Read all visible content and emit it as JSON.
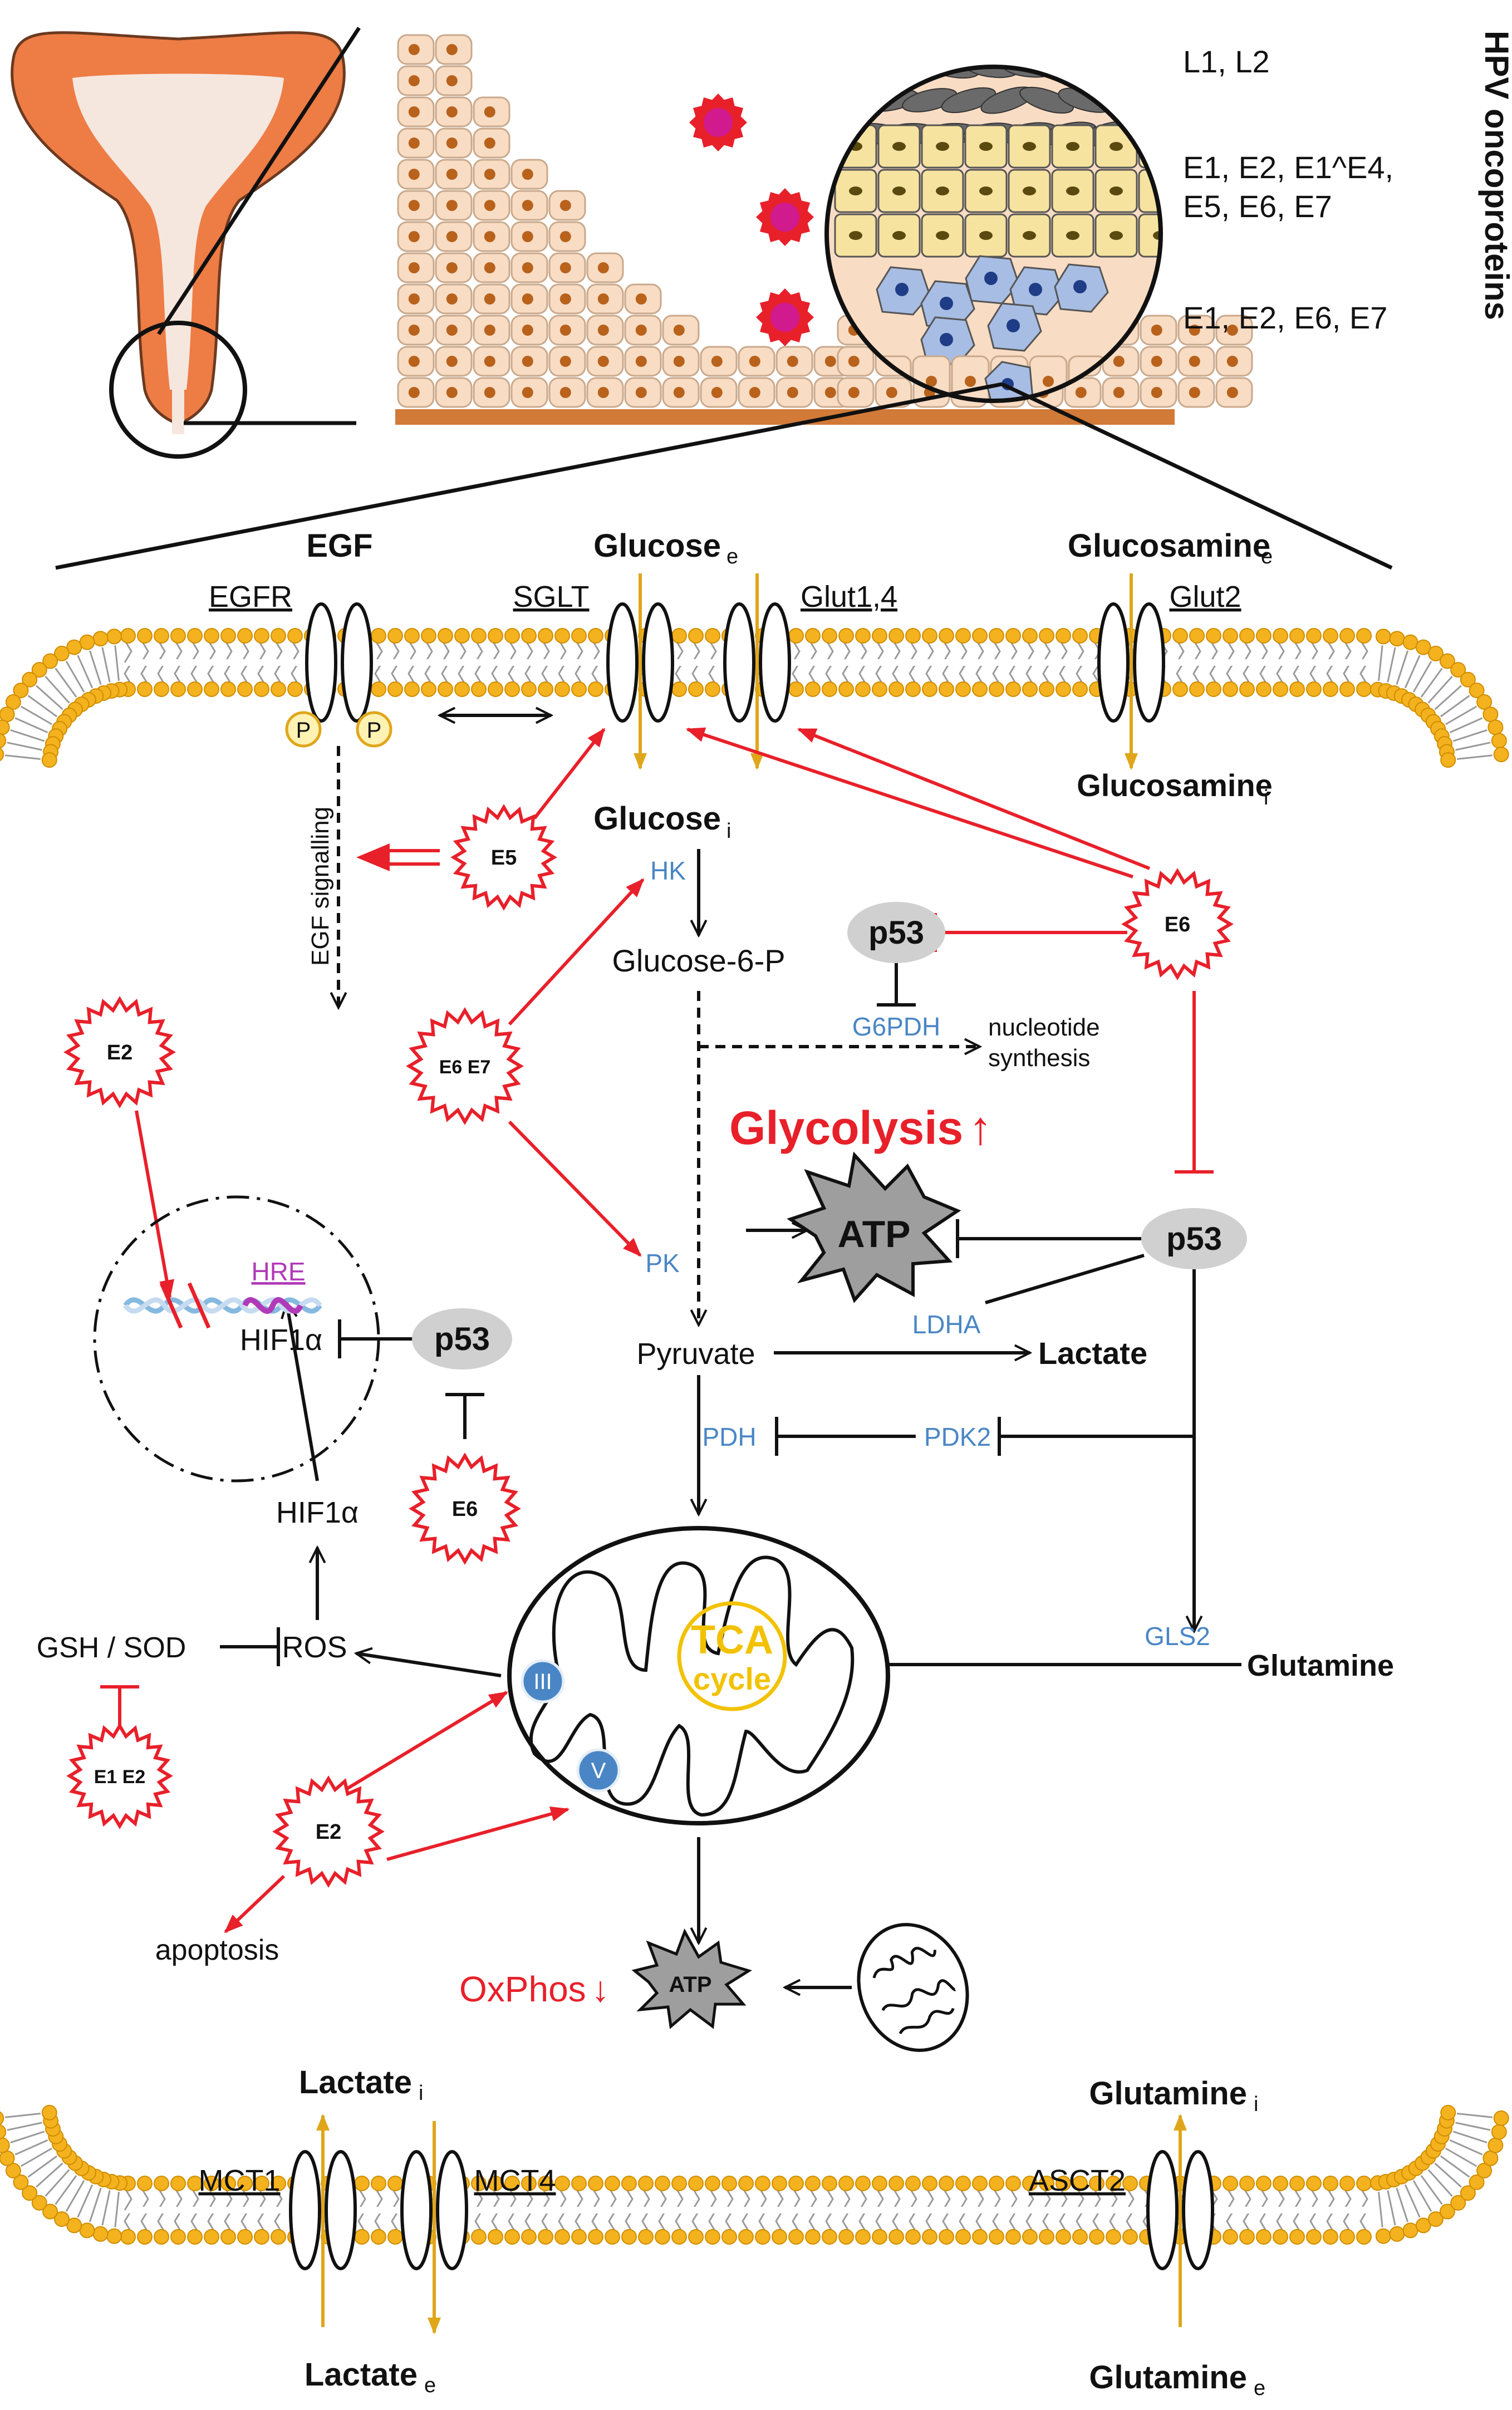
{
  "side_title": "HPV oncoproteins",
  "expression": {
    "layer1": "L1, L2",
    "layer2_line1": "E1, E2, E1^E4,",
    "layer2_line2": "E5, E6, E7",
    "layer3": "E1, E2, E6, E7"
  },
  "membrane_top": {
    "egf": "EGF",
    "egfr": "EGFR",
    "sglt": "SGLT",
    "glut14": "Glut1,4",
    "glut2": "Glut2",
    "p_label": "P",
    "glucose_ext": "Glucose",
    "glucose_ext_sub": "e",
    "glucosamine_ext": "Glucosamine",
    "glucosamine_ext_sub": "e",
    "glucose_int": "Glucose",
    "glucose_int_sub": "i",
    "glucosamine_int": "Glucosamine",
    "glucosamine_int_sub": "i"
  },
  "cytoplasm": {
    "egf_signalling": "EGF signalling",
    "hk": "HK",
    "glucose6p": "Glucose-6-P",
    "g6pdh": "G6PDH",
    "nucleotide1": "nucleotide",
    "nucleotide2": "synthesis",
    "glycolysis": "Glycolysis",
    "glycolysis_arrow": "↑",
    "atp": "ATP",
    "pk": "PK",
    "pyruvate": "Pyruvate",
    "ldha": "LDHA",
    "lactate": "Lactate",
    "pdh": "PDH",
    "pdk2": "PDK2",
    "gls2": "GLS2",
    "glutamine": "Glutamine",
    "hre": "HRE",
    "hif_nucleus": "HIF1α",
    "hif_cyto": "HIF1α",
    "ros": "ROS",
    "gsh_sod": "GSH / SOD",
    "tca1": "TCA",
    "tca2": "cycle",
    "complex3": "III",
    "complex5": "V",
    "apoptosis": "apoptosis",
    "oxphos": "OxPhos",
    "oxphos_arrow": "↓",
    "atp_small": "ATP",
    "p53": "p53"
  },
  "oncoproteins": {
    "e5": "E5",
    "e6": "E6",
    "e6e7": "E6 E7",
    "e2": "E2",
    "e1e2": "E1 E2"
  },
  "membrane_bottom": {
    "mct1": "MCT1",
    "mct4": "MCT4",
    "asct2": "ASCT2",
    "lactate_int": "Lactate",
    "lactate_int_sub": "i",
    "lactate_ext": "Lactate",
    "lactate_ext_sub": "e",
    "glutamine_int": "Glutamine",
    "glutamine_int_sub": "i",
    "glutamine_ext": "Glutamine",
    "glutamine_ext_sub": "e"
  },
  "colors": {
    "red": "#e8202a",
    "blue": "#4a86c5",
    "gold": "#e0a61a",
    "purple": "#b03ab8",
    "uterus": "#ee7c45",
    "cell": "#f9dcc4",
    "yellow_cell": "#f7e3a0",
    "blue_cell": "#a7bde3"
  }
}
